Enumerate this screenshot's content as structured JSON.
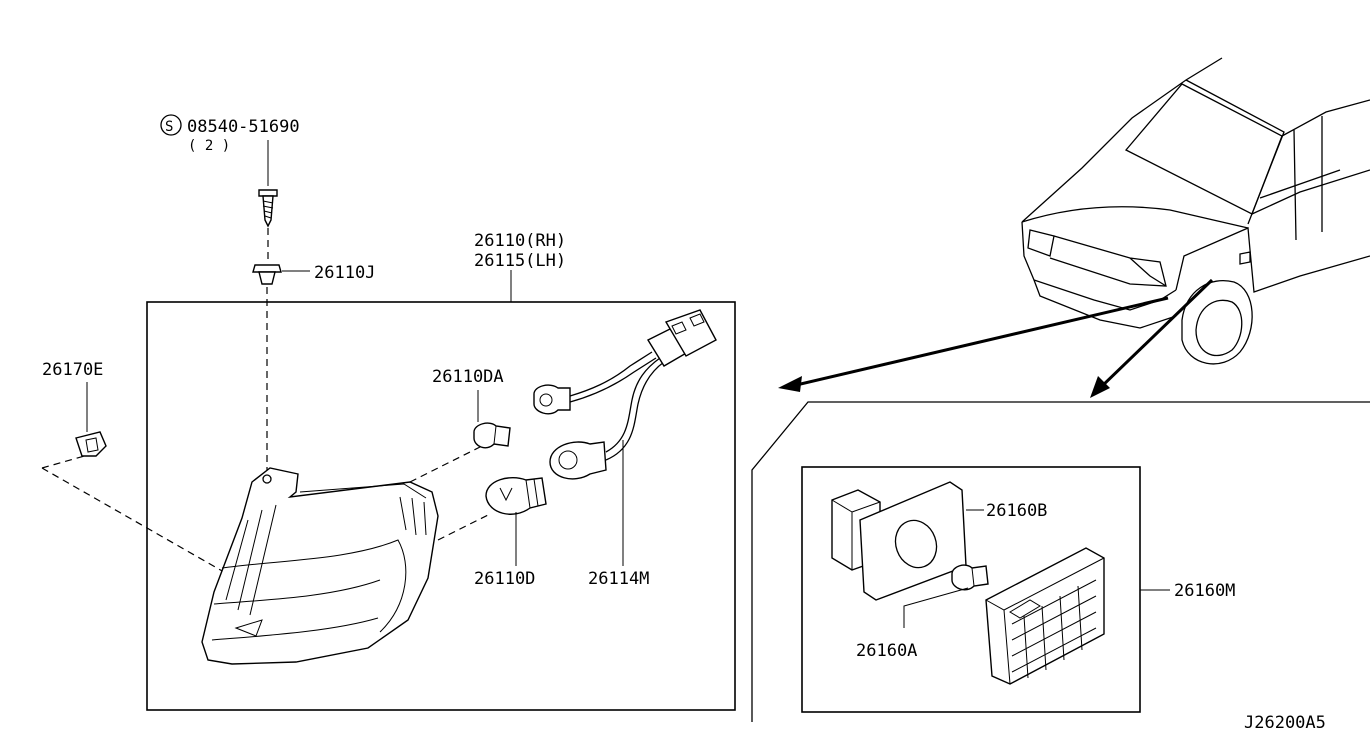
{
  "labels": {
    "screw_part": "08540-51690",
    "screw_qty": "( 2 )",
    "screw_symbol": "S",
    "clip_upper": "26110J",
    "clip_left": "26170E",
    "lamp_rh": "26110(RH)",
    "lamp_lh": "26115(LH)",
    "bulb_small": "26110DA",
    "bulb_large": "26110D",
    "harness": "26114M",
    "side_lamp_housing": "26160B",
    "side_lamp_assy": "26160M",
    "side_lamp_bulb": "26160A",
    "diagram_code": "J26200A5"
  }
}
